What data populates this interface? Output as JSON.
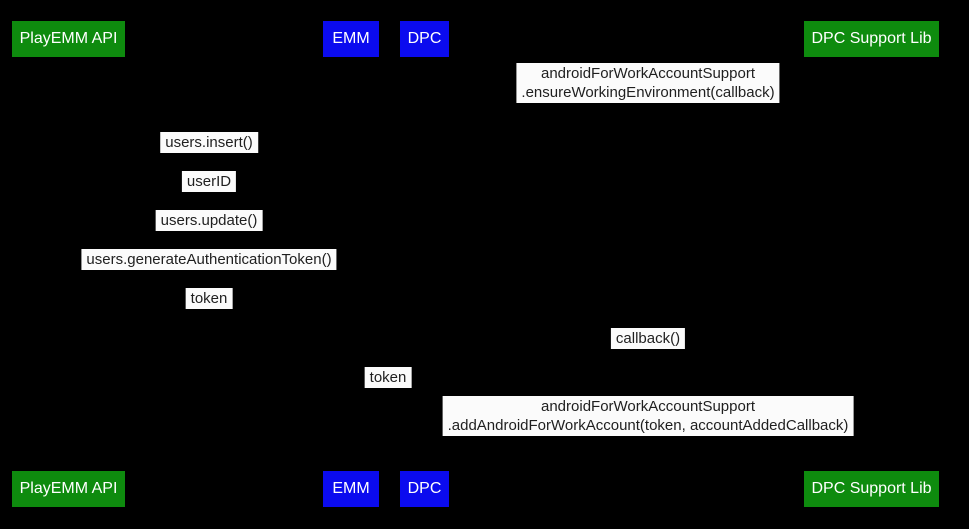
{
  "colors": {
    "bg": "#000000",
    "green": "#0e8b0e",
    "blue": "#0b0bef",
    "label-bg": "#fbfbfb",
    "label-text": "#1f1f1f",
    "participant-text": "#ffffff"
  },
  "participants": [
    {
      "label": "PlayEMM API",
      "color": "green"
    },
    {
      "label": "EMM",
      "color": "blue"
    },
    {
      "label": "DPC",
      "color": "blue"
    },
    {
      "label": "DPC Support Lib",
      "color": "green"
    }
  ],
  "messages": [
    {
      "line1": "androidForWorkAccountSupport",
      "line2": ".ensureWorkingEnvironment(callback)"
    },
    {
      "text": "users.insert()"
    },
    {
      "text": "userID"
    },
    {
      "text": "users.update()"
    },
    {
      "text": "users.generateAuthenticationToken()"
    },
    {
      "text": "token"
    },
    {
      "text": "callback()"
    },
    {
      "text": "token"
    },
    {
      "line1": "androidForWorkAccountSupport",
      "line2": ".addAndroidForWorkAccount(token, accountAddedCallback)"
    }
  ]
}
